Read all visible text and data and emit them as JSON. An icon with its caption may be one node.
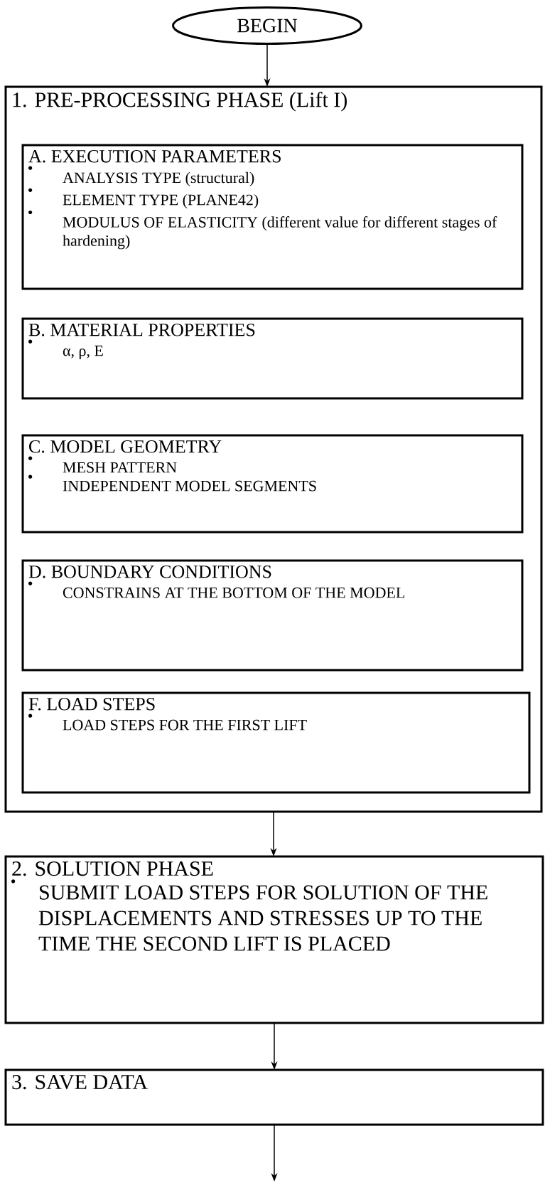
{
  "diagram": {
    "nodes": [
      {
        "text": [
          "BEGIN"
        ]
      },
      {
        "text": [
          "1. PRE-PROCESSING PHASE (Lift I)"
        ]
      },
      {
        "text": [
          "A. EXECUTION PARAMETERS",
          "ANALYSIS TYPE (structural)",
          "ELEMENT TYPE (PLANE42)",
          "MODULUS OF ELASTICITY (different value for different stages of hardening)"
        ],
        "in": 1
      },
      {
        "text": [
          "B. MATERIAL PROPERTIES",
          "α, ρ, E"
        ],
        "in": 1
      },
      {
        "text": [
          "C. MODEL GEOMETRY",
          "MESH PATTERN",
          "INDEPENDENT MODEL SEGMENTS"
        ],
        "in": 1
      },
      {
        "text": [
          "D. BOUNDARY CONDITIONS",
          "CONSTRAINS AT THE BOTTOM OF THE MODEL"
        ],
        "in": 1
      },
      {
        "text": [
          "F. LOAD STEPS",
          "LOAD STEPS FOR THE FIRST LIFT"
        ],
        "in": 1
      },
      {
        "text": [
          "2. SOLUTION PHASE",
          "SUBMIT LOAD STEPS FOR SOLUTION OF THE DISPLACEMENTS AND STRESSES UP TO THE TIME THE SECOND LIFT IS PLACED"
        ]
      },
      {
        "text": [
          "3. SAVE DATA"
        ]
      }
    ],
    "edges": [
      {
        "from": 0,
        "to": 1,
        "arrow": "to"
      },
      {
        "from": 1,
        "to": 7,
        "arrow": "to"
      },
      {
        "from": 7,
        "to": 8,
        "arrow": "to"
      },
      {
        "from": 8,
        "to": null,
        "arrow": "to"
      }
    ]
  }
}
